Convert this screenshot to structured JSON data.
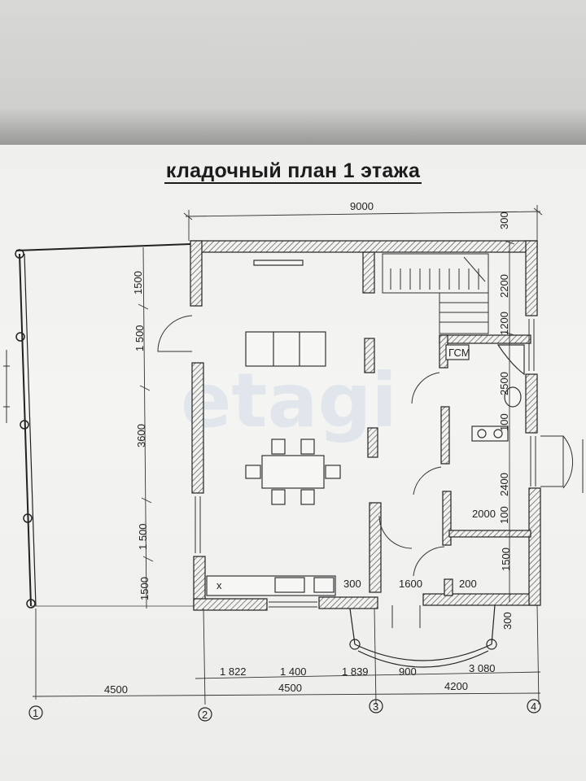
{
  "title": "кладочный план 1 этажа",
  "watermark": "etagi",
  "dimensions": {
    "top_total": "9000",
    "right_300_top": "300",
    "right_2200": "2200",
    "right_1200": "1200",
    "right_2500": "2500",
    "right_100a": "100",
    "right_2400": "2400",
    "right_100b": "100",
    "right_1500": "1500",
    "right_300_bottom": "300",
    "left_1500_top": "1500",
    "left_1500_b": "1 500",
    "left_3600": "3600",
    "left_1500_c": "1 500",
    "left_1500_bottom": "1500",
    "inner_2000": "2000",
    "inner_300": "300",
    "inner_1600": "1600",
    "inner_200": "200",
    "bottom_1822": "1 822",
    "bottom_1400": "1 400",
    "bottom_1839": "1 839",
    "bottom_900": "900",
    "bottom_3080": "3 080",
    "bottom_4500_left": "4500",
    "bottom_4500_mid": "4500",
    "bottom_4200": "4200"
  },
  "labels": {
    "boiler": "ГСМ",
    "kitchen_x": "х"
  },
  "axes": [
    "1",
    "2",
    "3",
    "4"
  ]
}
